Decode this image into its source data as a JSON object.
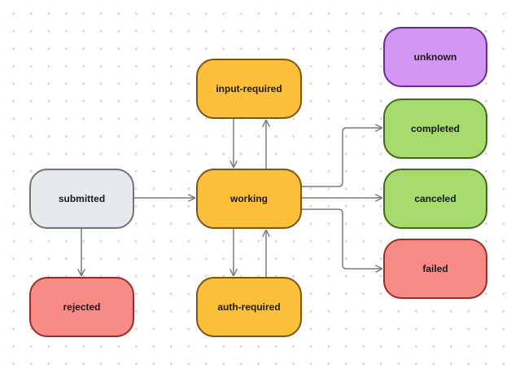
{
  "diagram": {
    "nodes": {
      "submitted": "submitted",
      "working": "working",
      "input_required": "input-required",
      "auth_required": "auth-required",
      "rejected": "rejected",
      "unknown": "unknown",
      "completed": "completed",
      "canceled": "canceled",
      "failed": "failed"
    },
    "edges": [
      {
        "from": "submitted",
        "to": "working"
      },
      {
        "from": "submitted",
        "to": "rejected"
      },
      {
        "from": "working",
        "to": "input-required"
      },
      {
        "from": "input-required",
        "to": "working"
      },
      {
        "from": "working",
        "to": "auth-required"
      },
      {
        "from": "auth-required",
        "to": "working"
      },
      {
        "from": "working",
        "to": "completed"
      },
      {
        "from": "working",
        "to": "canceled"
      },
      {
        "from": "working",
        "to": "failed"
      }
    ],
    "colors": {
      "neutral": "#e6e9ee",
      "in_progress": "#fbbf3a",
      "error": "#f98b87",
      "success": "#a7db6e",
      "unknown": "#d496f4",
      "edge": "#7a7a7a"
    }
  }
}
